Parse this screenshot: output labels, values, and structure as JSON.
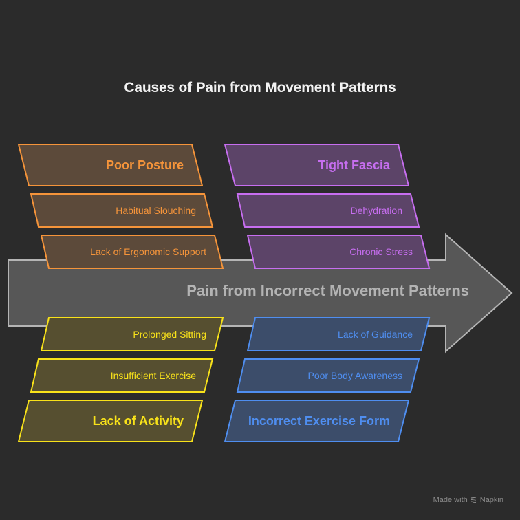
{
  "title": "Causes of Pain from Movement Patterns",
  "center": {
    "label": "Pain from Incorrect Movement Patterns"
  },
  "colors": {
    "background": "#2b2b2b",
    "arrow_fill": "#575757",
    "arrow_stroke": "#b5b5b5",
    "orange": {
      "stroke": "#f5943a",
      "fill": "#5c4a3a",
      "text": "#f5943a"
    },
    "purple": {
      "stroke": "#c76ef0",
      "fill": "#5c4468",
      "text": "#c76ef0"
    },
    "yellow": {
      "stroke": "#f8e21a",
      "fill": "#564f30",
      "text": "#f8e21a"
    },
    "blue": {
      "stroke": "#4f8ef0",
      "fill": "#3c4d6a",
      "text": "#4f8ef0"
    }
  },
  "categories": [
    {
      "id": "poor-posture",
      "color": "orange",
      "label": "Poor Posture",
      "causes": [
        "Habitual Slouching",
        "Lack of Ergonomic Support"
      ]
    },
    {
      "id": "tight-fascia",
      "color": "purple",
      "label": "Tight Fascia",
      "causes": [
        "Dehydration",
        "Chronic Stress"
      ]
    },
    {
      "id": "lack-of-activity",
      "color": "yellow",
      "label": "Lack of Activity",
      "causes": [
        "Insufficient Exercise",
        "Prolonged Sitting"
      ]
    },
    {
      "id": "incorrect-exercise-form",
      "color": "blue",
      "label": "Incorrect Exercise Form",
      "causes": [
        "Poor Body Awareness",
        "Lack of Guidance"
      ]
    }
  ],
  "footer": {
    "made_with": "Made with",
    "brand": "Napkin",
    "icon": "napkin-logo-icon"
  }
}
